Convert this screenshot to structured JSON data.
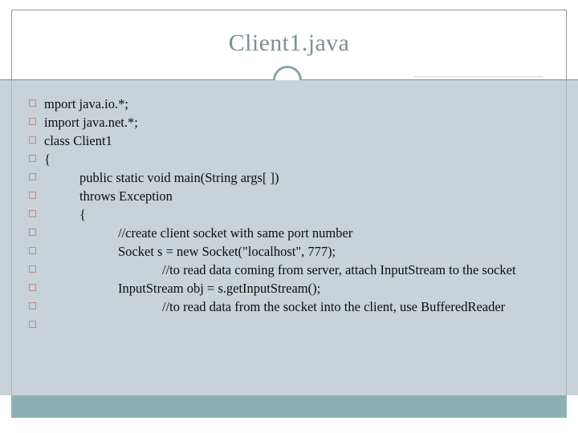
{
  "slide": {
    "title": "Client1.java",
    "theme": {
      "title_color": "#7d9093",
      "body_bg": "#c8d2d8",
      "accent_bar_color": "#8cb0b1",
      "bullet_color": "#c78a80",
      "ornament_color": "#8ba3a5",
      "text_color": "#0d0d0d"
    },
    "ornament": "circle-ornament",
    "bullets": [
      {
        "indent": 0,
        "text": "mport java.io.*;",
        "wrap": false
      },
      {
        "indent": 0,
        "text": "import java.net.*;",
        "wrap": false
      },
      {
        "indent": 0,
        "text": "class Client1",
        "wrap": false
      },
      {
        "indent": 0,
        "text": "{",
        "wrap": false
      },
      {
        "indent": 1,
        "text": "public static void main(String args[ ])",
        "wrap": false
      },
      {
        "indent": 1,
        "text": "throws Exception",
        "wrap": false
      },
      {
        "indent": 1,
        "text": "{",
        "wrap": false
      },
      {
        "indent": 2,
        "text": "//create client socket with same port number",
        "wrap": false
      },
      {
        "indent": 2,
        "text": "Socket s = new Socket(\"localhost\", 777);",
        "wrap": false
      },
      {
        "indent": 2,
        "text": "//to read data coming from server, attach InputStream to the socket",
        "wrap": true
      },
      {
        "indent": 2,
        "text": "InputStream obj = s.getInputStream();",
        "wrap": false
      },
      {
        "indent": 2,
        "text": "//to read data from the socket into the client, use BufferedReader",
        "wrap": true
      },
      {
        "indent": 0,
        "text": "",
        "wrap": false
      }
    ]
  }
}
